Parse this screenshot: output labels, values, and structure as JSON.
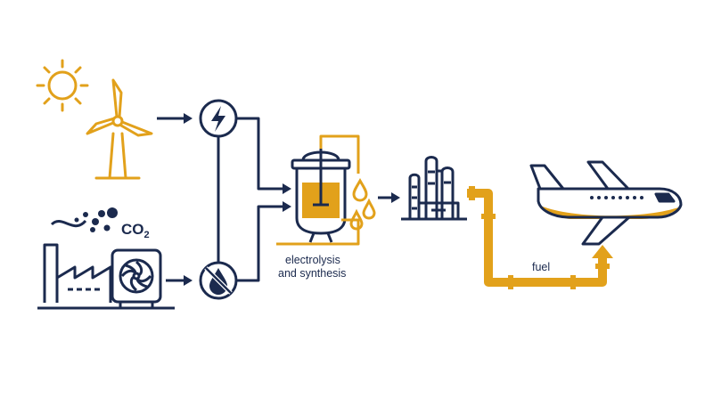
{
  "colors": {
    "navy": "#1b2a4e",
    "gold": "#e2a11b",
    "background": "#ffffff"
  },
  "icons": [
    "sun-icon",
    "wind-turbine-icon",
    "factory-icon",
    "direct-air-capture-icon",
    "electricity-icon",
    "no-water-icon",
    "reactor-icon",
    "refinery-icon",
    "airplane-icon",
    "fuel-pipe-icon"
  ],
  "labels": {
    "co2_text": "CO",
    "co2_sub": "2",
    "process_line1": "electrolysis",
    "process_line2": "and synthesis",
    "fuel": "fuel"
  }
}
